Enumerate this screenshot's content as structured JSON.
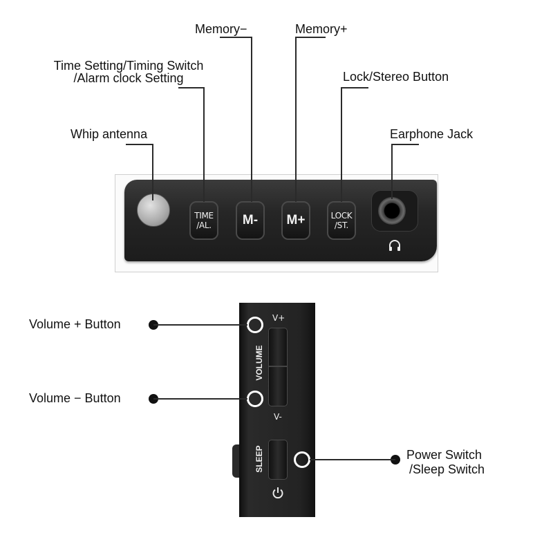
{
  "top_labels": {
    "memory_minus": "Memory−",
    "memory_plus": "Memory+",
    "time_line1": "Time Setting/Timing Switch",
    "time_line2": "/Alarm clock Setting",
    "lock_stereo": "Lock/Stereo Button",
    "whip_antenna": "Whip antenna",
    "earphone_jack": "Earphone Jack"
  },
  "top_buttons": {
    "time_line1": "TIME",
    "time_line2": "/AL.",
    "m_minus": "M-",
    "m_plus": "M+",
    "lock_line1": "LOCK",
    "lock_line2": "/ST."
  },
  "side_labels": {
    "volume_plus": "Volume + Button",
    "volume_minus": "Volume − Button",
    "power_line1": "Power Switch",
    "power_line2": "/Sleep Switch"
  },
  "side_panel": {
    "v_plus": "V+",
    "v_minus": "V-",
    "volume": "VOLUME",
    "sleep": "SLEEP"
  },
  "icons": [
    "headphone-icon",
    "power-icon"
  ],
  "colors": {
    "panel": "#242424",
    "leader_line": "#2a2a2a",
    "ring": "#ffffff"
  }
}
